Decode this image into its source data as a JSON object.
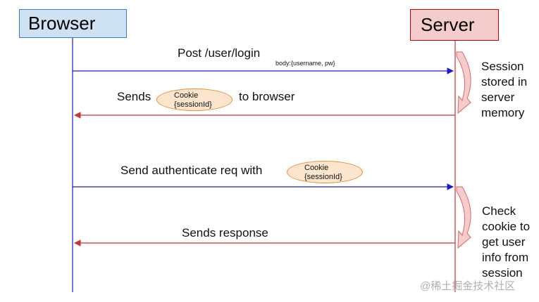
{
  "participants": {
    "browser": "Browser",
    "server": "Server"
  },
  "messages": [
    {
      "label": "Post /user/login",
      "detail": "body:{username, pw}"
    },
    {
      "label_before": "Sends",
      "label_after": "to browser"
    },
    {
      "label": "Send authenticate req with"
    },
    {
      "label": "Sends response"
    }
  ],
  "cookie": {
    "line1": "Cookie",
    "line2": "{sessionId}"
  },
  "notes": {
    "session": [
      "Session",
      "stored in",
      "server",
      "memory"
    ],
    "check": [
      "Check",
      "cookie to",
      "get user",
      "info from",
      "session"
    ]
  },
  "watermark": "@稀土掘金技术社区",
  "colors": {
    "request_arrow": "#1a1ad0",
    "response_arrow": "#cc3333",
    "self_arrow": "#e06666",
    "browser_fill": "#cfe2f3",
    "server_fill": "#f4cccc",
    "cookie_fill": "#fce5cd"
  }
}
